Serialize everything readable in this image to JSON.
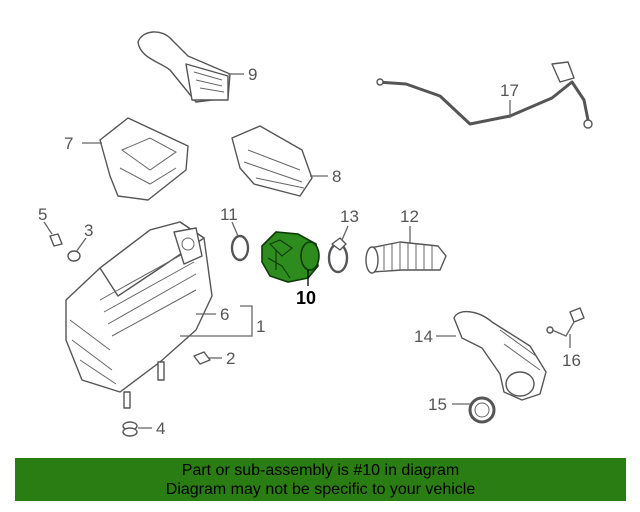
{
  "callouts": {
    "c1": "1",
    "c2": "2",
    "c3": "3",
    "c4": "4",
    "c5": "5",
    "c6": "6",
    "c7": "7",
    "c8": "8",
    "c9": "9",
    "c10": "10",
    "c11": "11",
    "c12": "12",
    "c13": "13",
    "c14": "14",
    "c15": "15",
    "c16": "16",
    "c17": "17"
  },
  "banner": {
    "line1": "Part or sub-assembly is #10 in diagram",
    "line2": "Diagram may not be specific to your vehicle"
  },
  "colors": {
    "highlight_part": "#2e8b1e",
    "banner_background": "#2a7d12"
  }
}
